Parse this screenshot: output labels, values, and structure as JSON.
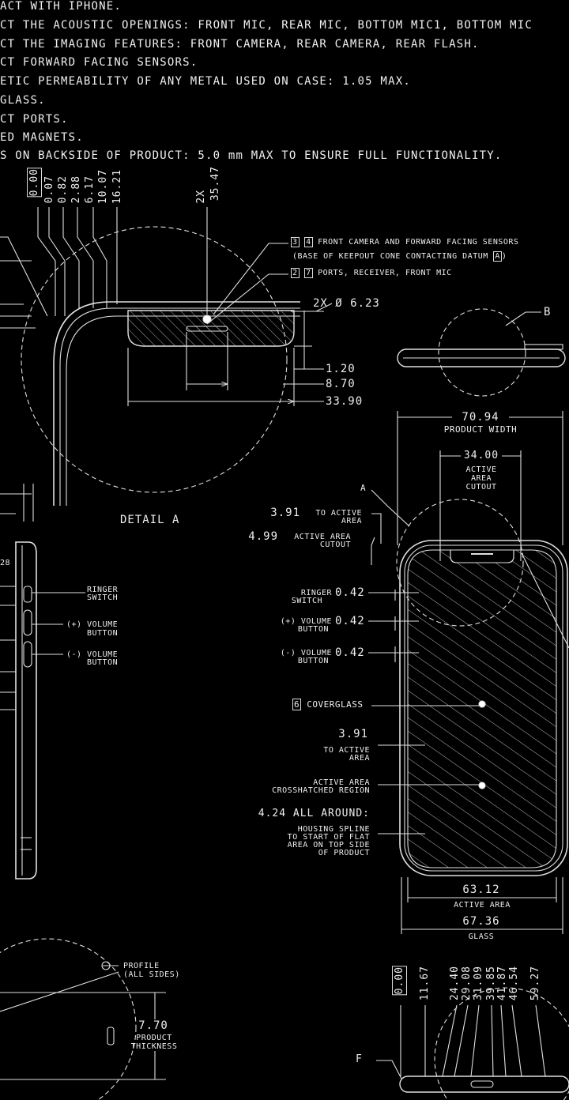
{
  "notes": [
    "ACT WITH IPHONE.",
    "CT THE ACOUSTIC OPENINGS: FRONT MIC, REAR MIC, BOTTOM MIC1, BOTTOM MIC",
    "CT THE IMAGING FEATURES: FRONT CAMERA, REAR CAMERA, REAR FLASH.",
    "CT FORWARD FACING SENSORS.",
    "ETIC PERMEABILITY OF ANY METAL USED ON CASE: 1.05 MAX.",
    "GLASS.",
    "CT PORTS.",
    "ED MAGNETS.",
    "S ON BACKSIDE OF PRODUCT: 5.0 mm MAX TO ENSURE FULL FUNCTIONALITY."
  ],
  "top_dims": [
    "0.00",
    "0.07",
    "0.82",
    "2.88",
    "6.17",
    "10.07",
    "16.21"
  ],
  "dim_2x": "2X",
  "dim_35": "35.47",
  "callout1": {
    "num_a": "3",
    "num_b": "4",
    "text": "FRONT CAMERA AND FORWARD FACING SENSORS",
    "sub": "(BASE OF KEEPOUT CONE CONTACTING DATUM",
    "datum": "A",
    "sub_end": ")"
  },
  "callout2": {
    "num_a": "2",
    "num_b": "7",
    "text": "PORTS, RECEIVER, FRONT MIC"
  },
  "dia": "2X  Ø 6.23",
  "detail_b": "B",
  "detail_dims": [
    "1.20",
    "8.70",
    "33.90"
  ],
  "product_width": {
    "value": "70.94",
    "label": "PRODUCT WIDTH"
  },
  "cutout": {
    "value": "34.00",
    "label1": "ACTIVE",
    "label2": "AREA",
    "label3": "CUTOUT"
  },
  "detail_a_marker": "A",
  "detail_a_label": "DETAIL A",
  "to_active_top": {
    "value": "3.91",
    "t1": "TO ACTIVE",
    "t2": "AREA"
  },
  "active_cutout": {
    "value": "4.99",
    "t1": "ACTIVE AREA",
    "t2": "CUTOUT"
  },
  "side_labels": {
    "ringer": [
      "RINGER",
      "SWITCH"
    ],
    "vol_up": [
      "(+)  VOLUME",
      "BUTTON"
    ],
    "vol_down": [
      "(-)  VOLUME",
      "BUTTON"
    ],
    "left_28": "28"
  },
  "front_labels": {
    "ringer": {
      "t1": "RINGER",
      "t2": "SWITCH",
      "v": "0.42"
    },
    "vol_up": {
      "t1": "(+)  VOLUME",
      "t2": "BUTTON",
      "v": "0.42"
    },
    "vol_down": {
      "t1": "(-)  VOLUME",
      "t2": "BUTTON",
      "v": "0.42"
    },
    "coverglass_num": "6",
    "coverglass": "COVERGLASS",
    "to_active_side": {
      "v": "3.91",
      "t1": "TO ACTIVE",
      "t2": "AREA"
    },
    "crosshatch": {
      "t1": "ACTIVE AREA",
      "t2": "CROSSHATCHED REGION"
    },
    "all_around": "4.24  ALL AROUND:",
    "spline": [
      "HOUSING SPLINE",
      "TO START OF FLAT",
      "AREA ON TOP SIDE",
      "OF PRODUCT"
    ]
  },
  "bottom_dims": {
    "active": {
      "v": "63.12",
      "t": "ACTIVE AREA"
    },
    "glass": {
      "v": "67.36",
      "t": "GLASS"
    }
  },
  "profile": {
    "t1": "PROFILE",
    "t2": "(ALL SIDES)"
  },
  "thickness": {
    "v": "7.70",
    "t1": "PRODUCT",
    "t2": "THICKNESS"
  },
  "bottom_row_dims": [
    "0.00",
    "11.67",
    "24.40",
    "29.08",
    "31.09",
    "39.85",
    "41.87",
    "46.54",
    "59.27"
  ],
  "detail_f": "F",
  "colors": {
    "background": "#000000",
    "line": "#e8e8e8",
    "dim": "#bbbbbb"
  }
}
